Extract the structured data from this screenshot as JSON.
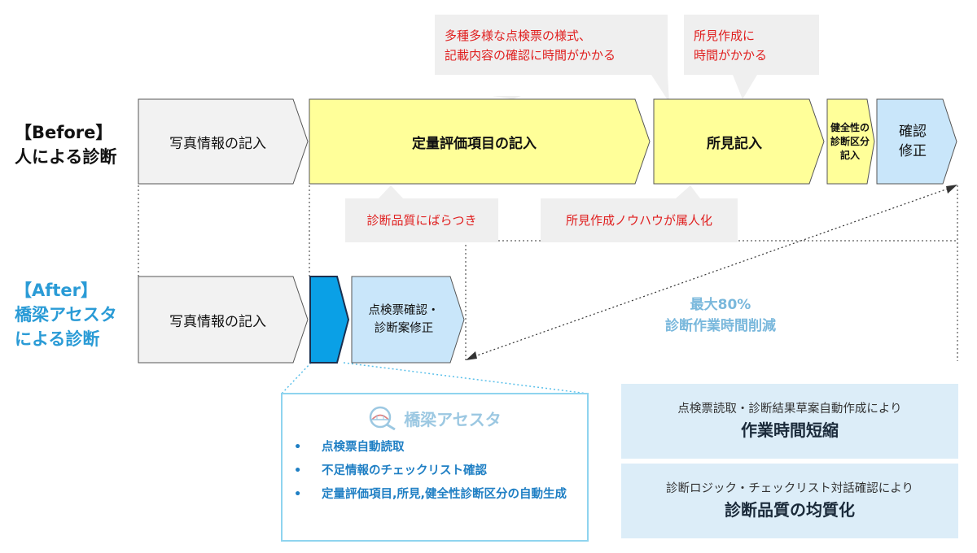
{
  "before": {
    "label_line1": "【Before】",
    "label_line2": "人による診断",
    "steps": [
      {
        "label": "写真情報の記入"
      },
      {
        "label": "定量評価項目の記入"
      },
      {
        "label": "所見記入"
      },
      {
        "label_line1": "健全性の",
        "label_line2": "診断区分",
        "label_line3": "記入"
      },
      {
        "label_line1": "確認",
        "label_line2": "修正"
      }
    ]
  },
  "after": {
    "label_line1": "【After】",
    "label_line2": "橋梁アセスタ",
    "label_line3": "による診断",
    "steps": [
      {
        "label": "写真情報の記入"
      },
      {
        "label_line1": "点検票確認・",
        "label_line2": "診断案修正"
      }
    ]
  },
  "callouts": {
    "top1_line1": "多種多様な点検票の様式、",
    "top1_line2": "記載内容の確認に時間がかかる",
    "top2_line1": "所見作成に",
    "top2_line2": "時間がかかる",
    "bottom1": "診断品質にばらつき",
    "bottom2": "所見作成ノウハウが属人化"
  },
  "reduction": {
    "line1": "最大80%",
    "line2": "診断作業時間削減"
  },
  "product": {
    "name": "橋梁アセスタ",
    "features": [
      "点検票自動読取",
      "不足情報のチェックリスト確認",
      "定量評価項目,所見,健全性診断区分の自動生成"
    ]
  },
  "benefits": [
    {
      "sub": "点検票読取・診断結果草案自動作成により",
      "main": "作業時間短縮"
    },
    {
      "sub": "診断ロジック・チェックリスト対話確認により",
      "main": "診断品質の均質化"
    }
  ],
  "colors": {
    "yellow": "#ffff99",
    "light_blue": "#c9e6fa",
    "accent_blue": "#0aa0e6",
    "gray_box": "#f2f2f2",
    "callout_text": "#e02020"
  }
}
